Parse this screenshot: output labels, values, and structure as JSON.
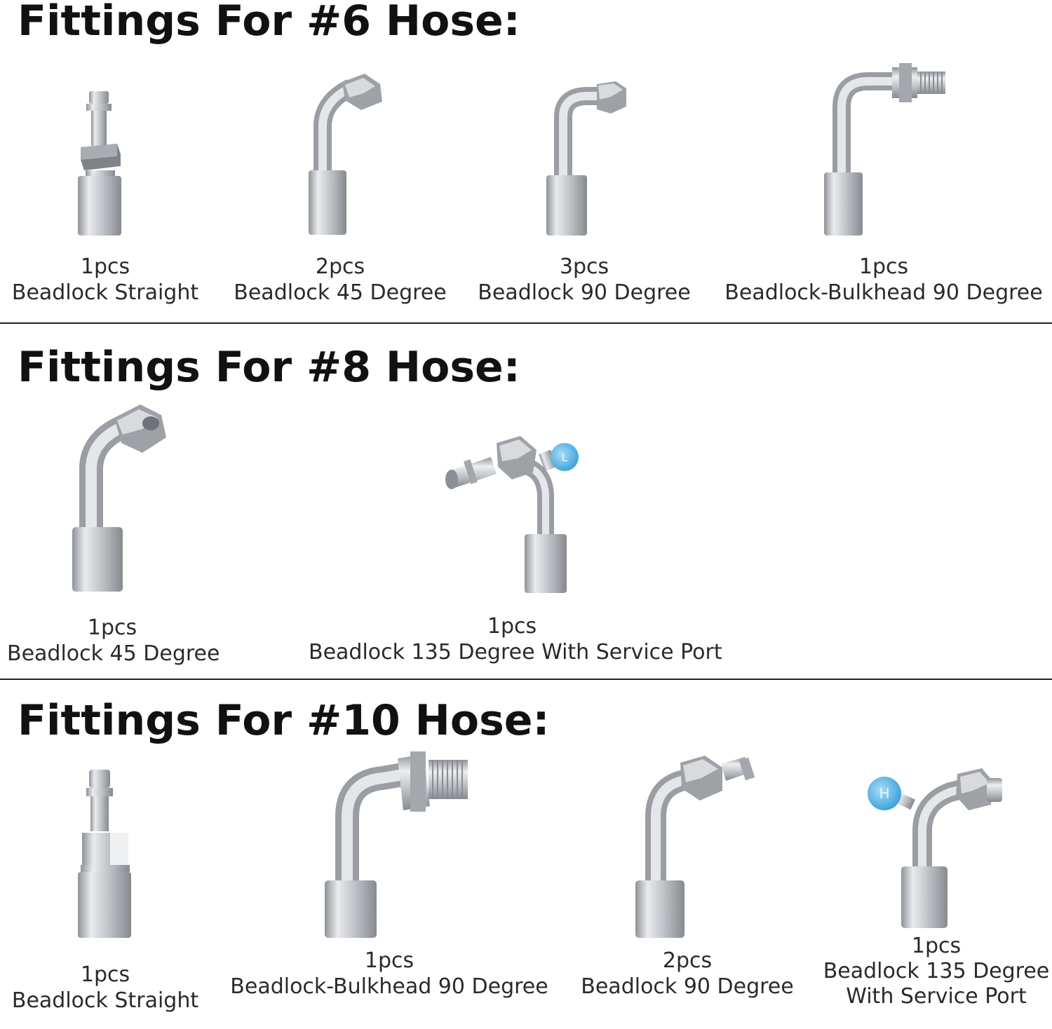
{
  "sections": [
    {
      "heading": "Fittings For #6 Hose:",
      "items": [
        {
          "qty": "1pcs",
          "name": "Beadlock Straight",
          "icon": "straight-fitting-icon"
        },
        {
          "qty": "2pcs",
          "name": "Beadlock 45 Degree",
          "icon": "45-degree-fitting-icon"
        },
        {
          "qty": "3pcs",
          "name": "Beadlock 90 Degree",
          "icon": "90-degree-fitting-icon"
        },
        {
          "qty": "1pcs",
          "name": "Beadlock-Bulkhead 90 Degree",
          "icon": "bulkhead-90-fitting-icon"
        }
      ]
    },
    {
      "heading": "Fittings For #8 Hose:",
      "items": [
        {
          "qty": "1pcs",
          "name": "Beadlock 45 Degree",
          "icon": "45-degree-fitting-icon"
        },
        {
          "qty": "1pcs",
          "name": "Beadlock 135 Degree With Service Port",
          "icon": "135-degree-service-port-fitting-icon"
        }
      ]
    },
    {
      "heading": "Fittings For #10 Hose:",
      "items": [
        {
          "qty": "1pcs",
          "name": "Beadlock Straight",
          "icon": "straight-fitting-icon"
        },
        {
          "qty": "1pcs",
          "name": "Beadlock-Bulkhead 90 Degree",
          "icon": "bulkhead-90-fitting-icon"
        },
        {
          "qty": "2pcs",
          "name": "Beadlock 90 Degree",
          "icon": "90-degree-fitting-icon"
        },
        {
          "qty": "1pcs",
          "name": "Beadlock 135 Degree",
          "name2": "With Service Port",
          "icon": "135-degree-service-port-fitting-icon"
        }
      ]
    }
  ],
  "colors": {
    "metal": "#c9ccd0",
    "metal_dark": "#8d9196",
    "cap_blue": "#5ab8e8"
  },
  "cap_letters": {
    "low": "L",
    "high": "H"
  }
}
